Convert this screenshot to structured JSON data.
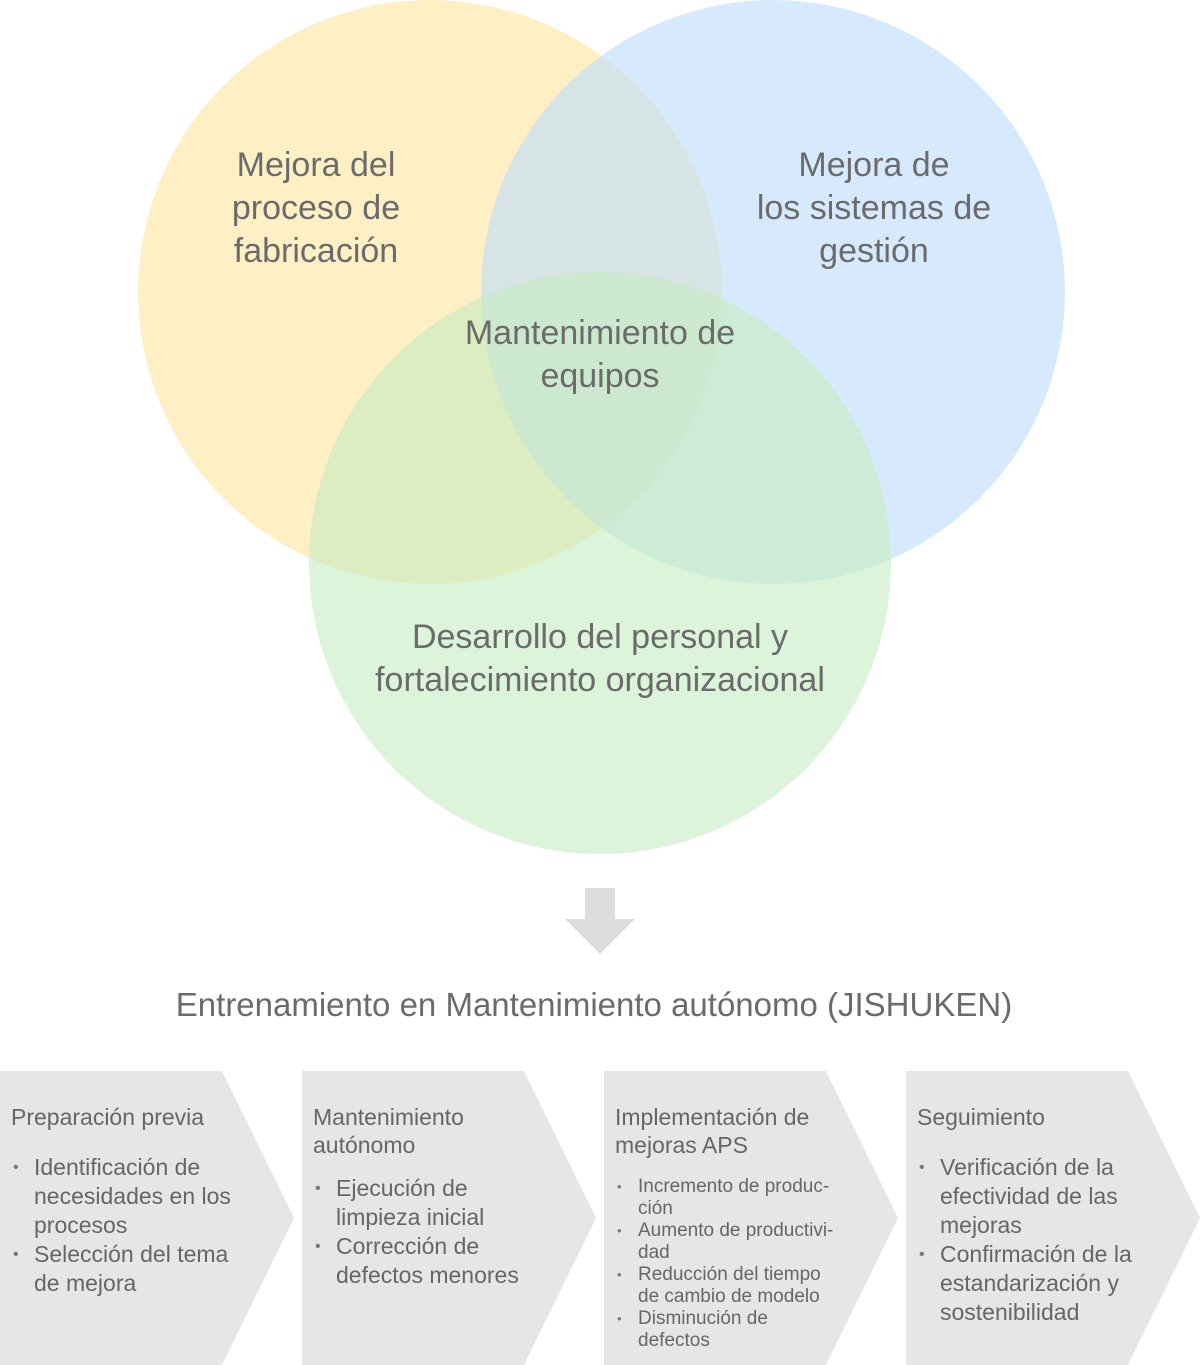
{
  "venn": {
    "circles": [
      {
        "name": "fabricacion",
        "color": "#fde9b0"
      },
      {
        "name": "sistemas",
        "color": "#bddcfb"
      },
      {
        "name": "personal",
        "color": "#c4edc0"
      }
    ],
    "labels": {
      "fabricacion": [
        "Mejora del",
        "proceso de",
        "fabricación"
      ],
      "sistemas": [
        "Mejora de",
        "los sistemas de",
        "gestión"
      ],
      "mantenimiento": [
        "Mantenimiento de",
        "equipos"
      ],
      "personal": [
        "Desarrollo del personal y",
        "fortalecimiento organizacional"
      ]
    }
  },
  "arrow_color": "#dddddd",
  "title": "Entrenamiento en Mantenimiento autónomo (JISHUKEN)",
  "step_color": "#e6e6e6",
  "steps": [
    {
      "title": [
        "Preparación previa"
      ],
      "items": [
        [
          "Identificación de",
          "necesidades en los",
          "procesos"
        ],
        [
          "Selección del tema",
          "de mejora"
        ]
      ]
    },
    {
      "title": [
        "Mantenimiento",
        "autónomo"
      ],
      "items": [
        [
          "Ejecución de",
          "limpieza inicial"
        ],
        [
          "Corrección de",
          "defectos menores"
        ]
      ]
    },
    {
      "title": [
        "Implementación de",
        "mejoras APS"
      ],
      "items": [
        [
          "Incremento de produc-",
          "ción"
        ],
        [
          "Aumento de productivi-",
          "dad"
        ],
        [
          "Reducción del tiempo",
          "de cambio de modelo"
        ],
        [
          "Disminución de",
          "defectos"
        ]
      ]
    },
    {
      "title": [
        "Seguimiento"
      ],
      "items": [
        [
          "Verificación de la",
          "efectividad de las",
          "mejoras"
        ],
        [
          "Confirmación de la",
          "estandarización y",
          "sostenibilidad"
        ]
      ]
    }
  ]
}
